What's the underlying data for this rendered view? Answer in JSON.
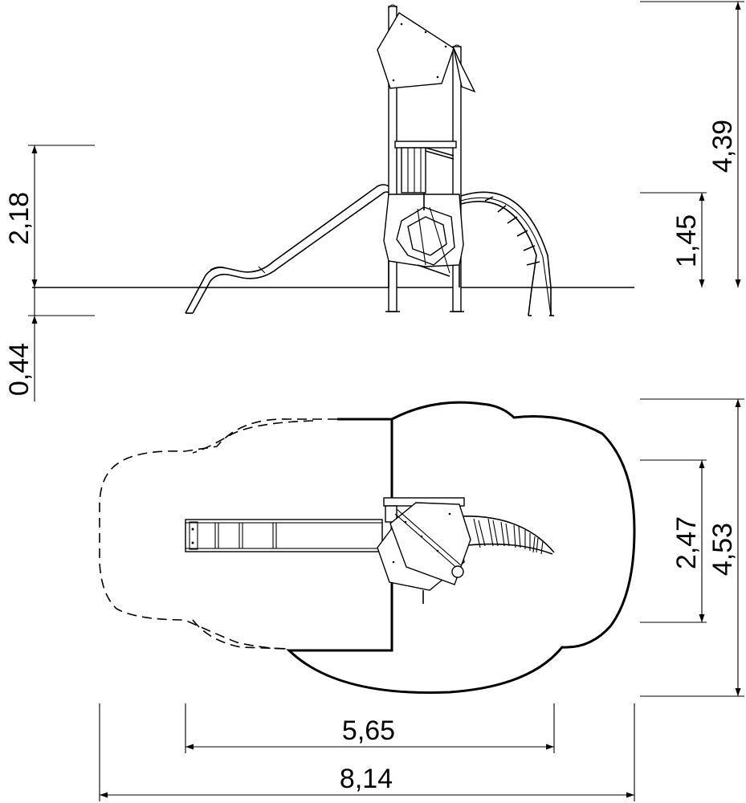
{
  "dimensions": {
    "height_total": "4,39",
    "platform_height": "1,45",
    "fall_height": "2,18",
    "foundation_depth": "0,44",
    "width_inner": "2,47",
    "width_total": "4,53",
    "length_inner": "5,65",
    "length_total": "8,14"
  }
}
